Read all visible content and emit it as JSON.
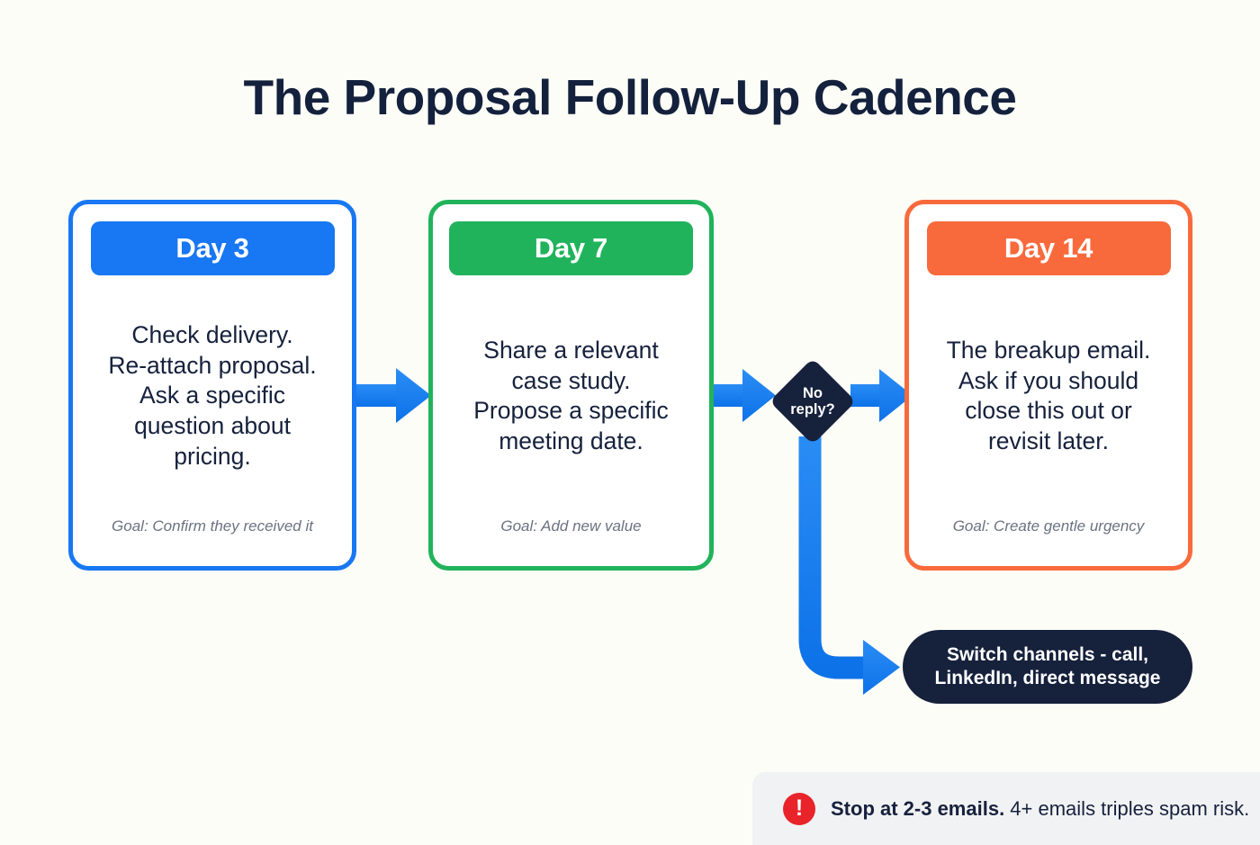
{
  "page": {
    "title": "The Proposal Follow-Up Cadence",
    "background_color": "#fdfdf7",
    "title_color": "#14213d"
  },
  "colors": {
    "blue": "#1877f2",
    "green": "#21b35b",
    "orange": "#f86a3c",
    "navy": "#16213c",
    "red": "#e8242a",
    "banner_bg": "#f1f2f4",
    "goal_text": "#6b7280"
  },
  "stages": [
    {
      "day_label": "Day 3",
      "accent": "#1877f2",
      "body": "Check delivery.\nRe-attach proposal.\nAsk a specific\nquestion about\npricing.",
      "goal": "Goal: Confirm they received it"
    },
    {
      "day_label": "Day 7",
      "accent": "#21b35b",
      "body": "Share a relevant\ncase study.\nPropose a specific\nmeeting date.",
      "goal": "Goal: Add new value"
    },
    {
      "day_label": "Day 14",
      "accent": "#f86a3c",
      "body": "The breakup email.\nAsk if you should\nclose this out or\nrevisit later.",
      "goal": "Goal: Create gentle urgency"
    }
  ],
  "decision": {
    "label": "No\nreply?",
    "fill": "#16213c",
    "text_color": "#ffffff"
  },
  "alternate_channel": {
    "label": "Switch channels - call,\nLinkedIn, direct message",
    "fill": "#16213c",
    "text_color": "#ffffff"
  },
  "warning": {
    "icon": "!",
    "icon_name": "alert-exclamation-icon",
    "bold_text": "Stop at 2-3 emails.",
    "rest_text": " 4+ emails triples spam risk."
  },
  "connectors": {
    "arrow_color": "#1f86f0",
    "flow": [
      "Day 3 -> Day 7",
      "Day 7 -> No reply?",
      "No reply? -> Day 14",
      "No reply? -> Switch channels"
    ]
  }
}
